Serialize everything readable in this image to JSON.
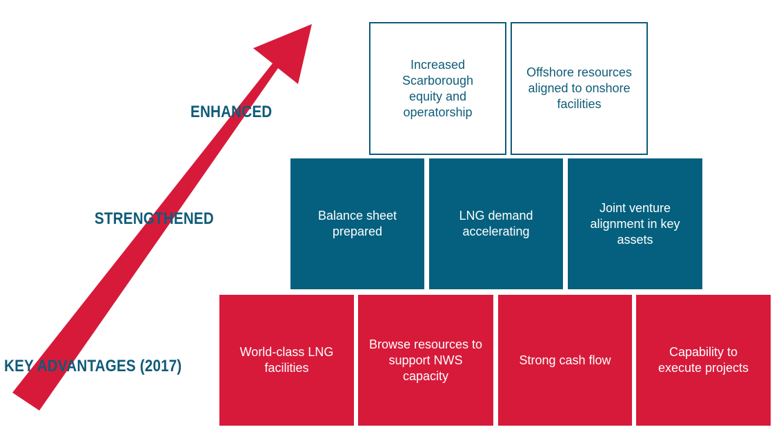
{
  "levels": {
    "enhanced": "ENHANCED",
    "strengthened": "STRENGTHENED",
    "key_advantages": "KEY ADVANTAGES (2017)"
  },
  "top_row": [
    "Increased Scarborough equity and operatorship",
    "Offshore resources aligned to onshore facilities"
  ],
  "middle_row": [
    "Balance sheet prepared",
    "LNG demand accelerating",
    "Joint venture alignment in key assets"
  ],
  "bottom_row": [
    "World-class LNG facilities",
    "Browse resources to support NWS capacity",
    "Strong cash flow",
    "Capability to execute projects"
  ],
  "colors": {
    "arrow_red": "#d71a3a",
    "teal": "#04607e",
    "label_teal": "#0e5b78",
    "box_red": "#d71a3a"
  },
  "icons": {
    "arrow": "up-right-arrow-icon"
  }
}
